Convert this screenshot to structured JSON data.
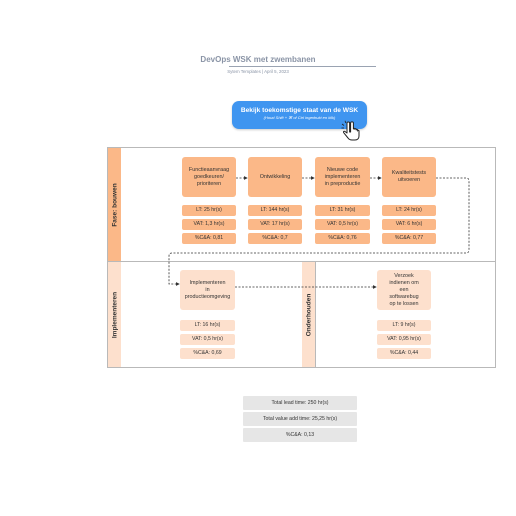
{
  "header": {
    "title": "DevOps WSK met zwembanen",
    "subtitle": "Sytem Templates  |  April 5, 2023"
  },
  "cta": {
    "label": "Bekijk toekomstige staat van de WSK",
    "hint": "(Houd Shift + ⌘ of Ctrl ingedrukt en klik)"
  },
  "lanes": {
    "build": "Fase: bouwen",
    "implement": "Implementeren",
    "maintain": "Onderhouden"
  },
  "steps": [
    {
      "label": "Functieaanvraag\ngoedkeuren/\nprioriteren",
      "lt": "LT:  25 hr(s)",
      "vat": "VAT:  1,3 hr(s)",
      "ca": "%C&A:  0,81"
    },
    {
      "label": "Ontwikkeling",
      "lt": "LT:  144 hr(s)",
      "vat": "VAT:  17 hr(s)",
      "ca": "%C&A:  0,7"
    },
    {
      "label": "Nieuwe code\nimplementeren\nin preproductie",
      "lt": "LT:  31 hr(s)",
      "vat": "VAT:  0,5 hr(s)",
      "ca": "%C&A:  0,76"
    },
    {
      "label": "Kwaliteitstests\nuitvoeren",
      "lt": "LT:  24 hr(s)",
      "vat": "VAT:  6 hr(s)",
      "ca": "%C&A:  0,77"
    },
    {
      "label": "Implementeren\nin\nproductieomgeving",
      "lt": "LT:  16 hr(s)",
      "vat": "VAT:  0,5 hr(s)",
      "ca": "%C&A:  0,69"
    },
    {
      "label": "Verzoek\nindienen om\neen\nsoftwarebug\nop te lossen",
      "lt": "LT:  9 hr(s)",
      "vat": "VAT:  0,95 hr(s)",
      "ca": "%C&A:  0,44"
    }
  ],
  "summary": {
    "total_lead_time": "Total lead time:  250 hr(s)",
    "total_value_add": "Total value add time: 25,25 hr(s)",
    "ca": "%C&A: 0,13"
  },
  "colors": {
    "accent_blue": "#3f95f0",
    "step_orange": "#fbb888",
    "step_light": "#fde0cd",
    "summary_gray": "#e6e6e6"
  }
}
